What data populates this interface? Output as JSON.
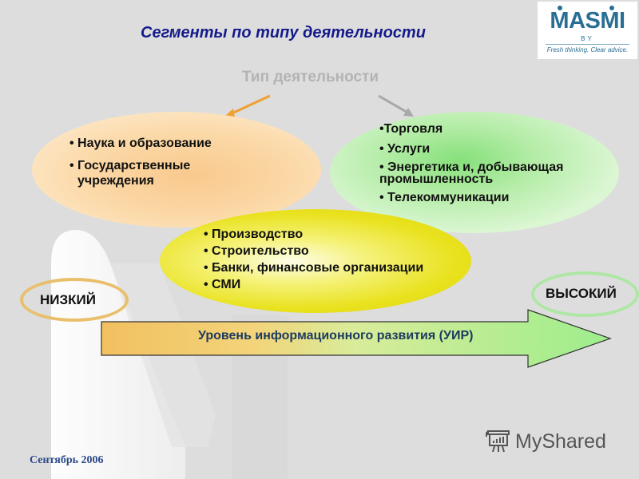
{
  "slide": {
    "title": "Сегменты по типу деятельности",
    "subtitle": "Тип деятельности",
    "logo": {
      "brand": "MASMI",
      "sub": "BY",
      "tagline": "Fresh thinking. Clear advice.",
      "color": "#2a6f93"
    },
    "segments": {
      "low": {
        "color": "#fbd8a6",
        "items": [
          "Наука и образование",
          "Государственные",
          "учреждения"
        ]
      },
      "high": {
        "color": "#b6eda9",
        "items": [
          "•Торговля",
          "Услуги",
          "Энергетика и, добывающая",
          "промышленность",
          "Телекоммуникации"
        ]
      },
      "middle": {
        "color": "#e9e21e",
        "items": [
          "Производство",
          "Строительство",
          "Банки, финансовые организации",
          "СМИ"
        ]
      }
    },
    "scale": {
      "low_label": "НИЗКИЙ",
      "high_label": "ВЫСОКИЙ",
      "arrow_label": "Уровень информационного развития (УИР)",
      "low_color": "#e9bf6b",
      "high_color": "#aee7a4"
    },
    "footer": {
      "date": "Сентябрь 2006",
      "watermark": "MyShared"
    }
  }
}
